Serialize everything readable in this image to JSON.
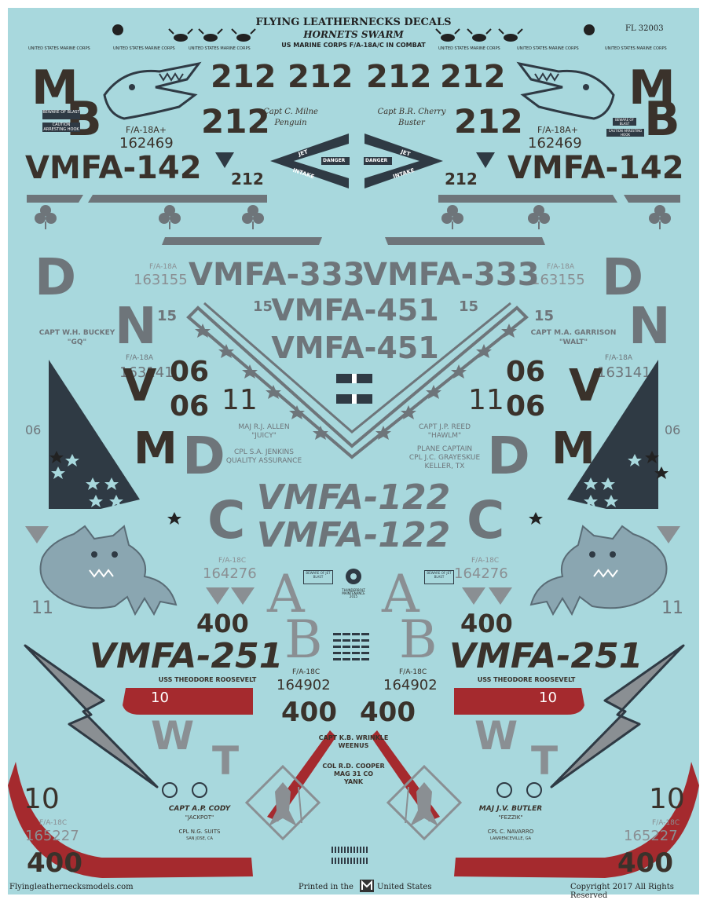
{
  "header": {
    "brand": "FLYING LEATHERNECKS DECALS",
    "subtitle": "HORNETS SWARM",
    "subtitle2": "US MARINE CORPS F/A-18A/C IN COMBAT",
    "code": "FL 32003",
    "usmc_label": "UNITED STATES MARINE CORPS"
  },
  "vmfa142": {
    "tail_code_top": "M",
    "tail_code_bottom": "B",
    "squadron": "VMFA-142",
    "modex": "212",
    "bureau_type": "F/A-18A+",
    "bureau": "162469",
    "pilot_left_name": "Capt C. Milne",
    "pilot_left_call": "Penguin",
    "pilot_right_name": "Capt B.R. Cherry",
    "pilot_right_call": "Buster",
    "danger": "DANGER",
    "jet": "JET",
    "intake": "INTAKE",
    "beware": "BEWARE OF BLAST",
    "caution": "CAUTION ARRESTING HOOK"
  },
  "vmfa333": {
    "squadron": "VMFA-333",
    "tail_d": "D",
    "tail_n": "N",
    "bureau_type": "F/A-18A",
    "bureau": "163155",
    "pilot_left": "CAPT W.H. BUCKEY",
    "call_left": "\"GQ\"",
    "pilot_right": "CAPT M.A. GARRISON",
    "call_right": "\"WALT\"",
    "modex15": "15"
  },
  "vmfa451": {
    "squadron": "VMFA-451",
    "tail_v": "V",
    "tail_m": "M",
    "bureau_type": "F/A-18A",
    "bureau": "163141",
    "modex": "06",
    "eleven": "11",
    "maj": "MAJ R.J. ALLEN",
    "maj_call": "\"JUICY\"",
    "cpl": "CPL S.A. JENKINS",
    "cpl_role": "QUALITY ASSURANCE",
    "capt": "CAPT J.P. REED",
    "capt_call": "\"HAWLM\"",
    "plane_captain": "PLANE CAPTAIN",
    "pc_name": "CPL J.C. GRAYESKUE",
    "pc_home": "KELLER, TX"
  },
  "vmfa122": {
    "squadron": "VMFA-122",
    "tail_d": "D",
    "tail_c": "C",
    "bureau_type": "F/A-18C",
    "bureau": "164276",
    "eleven": "11",
    "tail_a": "A",
    "tail_b": "B",
    "thunderbolt": "THUNDERBOLT MAINTENANCE 2015",
    "beware": "BEWARE OF JET BLAST"
  },
  "vmfa251": {
    "squadron": "VMFA-251",
    "ship": "USS THEODORE ROOSEVELT",
    "modex": "400",
    "bureau_type": "F/A-18C",
    "bureau": "164902",
    "ten": "10",
    "tail_w": "W",
    "tail_t": "T",
    "capt_cody": "CAPT A.P. CODY",
    "cody_call": "\"JACKPOT\"",
    "cpl_suits": "CPL N.G. SUITS",
    "suits_home": "SAN JOSE, CA",
    "maj_butler": "MAJ J.V. BUTLER",
    "butler_call": "\"FEZZIK\"",
    "cpl_navarro": "CPL C. NAVARRO",
    "navarro_home": "LAWRENCEVILLE, GA",
    "wrinkle": "CAPT K.B. WRINKLE",
    "wrinkle_call": "WEENUS",
    "cooper": "COL R.D. COOPER",
    "cooper_unit": "MAG 31 CO",
    "cooper_call": "YANK",
    "bureau2": "165227"
  },
  "footer": {
    "website": "Flyingleathernecksmodels.com",
    "printed_pre": "Printed in the",
    "printed_post": "United States",
    "copyright": "Copyright 2017 All Rights Reserved"
  },
  "colors": {
    "background": "#a8d8dd",
    "dark": "#3a322b",
    "gray": "#6e757a",
    "navy": "#2f3a44",
    "red": "#a52a2e",
    "light_gray": "#8a8f93"
  }
}
